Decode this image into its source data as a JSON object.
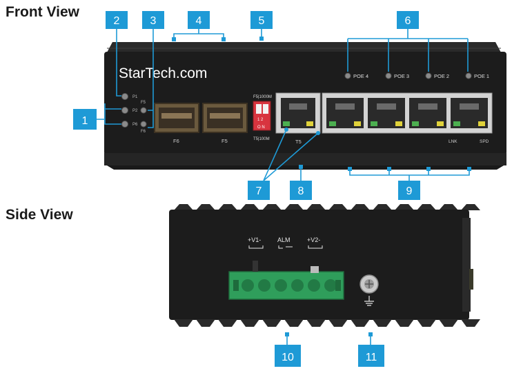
{
  "headings": {
    "front": "Front View",
    "side": "Side View"
  },
  "brand": "StarTech.com",
  "callouts": [
    "1",
    "2",
    "3",
    "4",
    "5",
    "6",
    "7",
    "8",
    "9",
    "10",
    "11"
  ],
  "front_labels": {
    "poe": [
      "POE 4",
      "POE 3",
      "POE 2",
      "POE 1"
    ],
    "sfp": [
      "F6",
      "F5"
    ],
    "led_side": [
      "P1",
      "P2",
      "P6",
      "F5",
      "F6"
    ],
    "dip_top": "F5|1000M",
    "dip_bottom": "T5|100M",
    "dip_numbers": "1 2",
    "dip_on": "O N",
    "t5": "T5",
    "lnk": "LNK",
    "spd": "SPD"
  },
  "side_labels": {
    "v1": "+V1-",
    "alm": "ALM",
    "v2": "+V2-"
  },
  "colors": {
    "callout": "#1e9ad6",
    "case": "#1c1c1c",
    "terminal": "#2f9e5b",
    "dip": "#d8343f",
    "port_rim": "#d0d0d0",
    "led_green": "#4caf50",
    "led_yellow": "#e0d23a"
  }
}
